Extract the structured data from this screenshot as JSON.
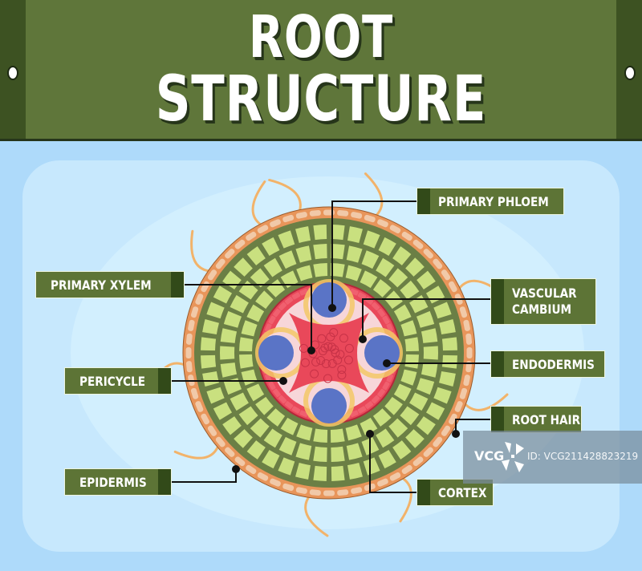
{
  "title": {
    "line1": "ROOT",
    "line2": "STRUCTURE"
  },
  "colors": {
    "banner": "#5f763a",
    "banner_dark": "#3d5222",
    "label_bg": "#5d7436",
    "label_tab": "#324a19",
    "epidermis": "#e8955a",
    "epidermis_cell": "#f1c9a8",
    "cortex": "#c9e07f",
    "cortex_wall": "#6b7f45",
    "endodermis": "#e9485a",
    "xylem": "#e9485a",
    "phloem": "#5a74c6",
    "cambium": "#f3c866",
    "pericycle_fill": "#f7d6d9",
    "root_hair": "#f2b36a",
    "background": "#aedafa"
  },
  "labels": [
    {
      "id": "primary-phloem",
      "text": "PRIMARY PHLOEM"
    },
    {
      "id": "primary-xylem",
      "text": "PRIMARY XYLEM"
    },
    {
      "id": "vascular-cambium",
      "text": "VASCULAR CAMBIUM",
      "line1": "VASCULAR",
      "line2": "CAMBIUM"
    },
    {
      "id": "endodermis",
      "text": "ENDODERMIS"
    },
    {
      "id": "pericycle",
      "text": "PERICYCLE"
    },
    {
      "id": "root-hair",
      "text": "ROOT HAIR"
    },
    {
      "id": "epidermis",
      "text": "EPIDERMIS"
    },
    {
      "id": "cortex",
      "text": "CORTEX"
    }
  ],
  "watermark": {
    "logo": "VCG",
    "id_text": "ID: VCG211428823219"
  }
}
